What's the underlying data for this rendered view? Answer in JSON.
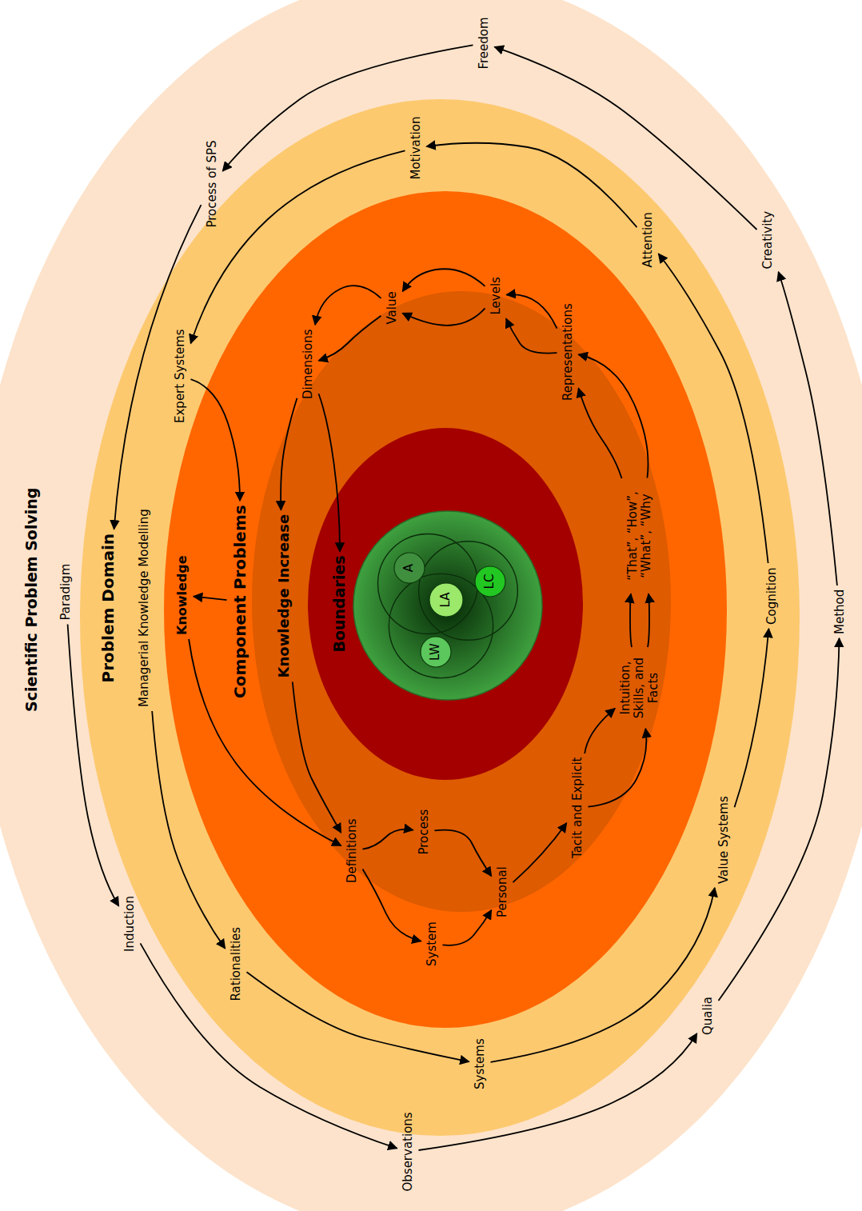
{
  "diagram": {
    "nodes": [
      {
        "text": [
          "Scientific Problem Solving"
        ]
      },
      {
        "text": [
          "Paradigm"
        ],
        "in": 0
      },
      {
        "text": [
          "Induction"
        ],
        "in": 0
      },
      {
        "text": [
          "Observations"
        ],
        "in": 0
      },
      {
        "text": [
          "Qualia"
        ],
        "in": 0
      },
      {
        "text": [
          "Method"
        ],
        "in": 0
      },
      {
        "text": [
          "Creativity"
        ],
        "in": 0
      },
      {
        "text": [
          "Freedom"
        ],
        "in": 0
      },
      {
        "text": [
          "Process of SPS"
        ],
        "in": 0
      },
      {
        "text": [
          "Problem Domain"
        ],
        "in": 0
      },
      {
        "text": [
          "Managerial Knowledge Modelling"
        ],
        "in": 9
      },
      {
        "text": [
          "Rationalities"
        ],
        "in": 9
      },
      {
        "text": [
          "Systems"
        ],
        "in": 9
      },
      {
        "text": [
          "Value Systems"
        ],
        "in": 9
      },
      {
        "text": [
          "Cognition"
        ],
        "in": 9
      },
      {
        "text": [
          "Attention"
        ],
        "in": 9
      },
      {
        "text": [
          "Motivation"
        ],
        "in": 9
      },
      {
        "text": [
          "Expert Systems"
        ],
        "in": 9
      },
      {
        "text": [
          "Component Problems"
        ],
        "in": 9
      },
      {
        "text": [
          "Knowledge"
        ],
        "in": 18
      },
      {
        "text": [
          "System"
        ],
        "in": 18
      },
      {
        "text": [
          "Dimensions"
        ],
        "in": 18
      },
      {
        "text": [
          "Knowledge Increase"
        ],
        "in": 18
      },
      {
        "text": [
          "Definitions"
        ],
        "in": 22
      },
      {
        "text": [
          "Process"
        ],
        "in": 22
      },
      {
        "text": [
          "Personal"
        ],
        "in": 22
      },
      {
        "text": [
          "Tacit and Explicit"
        ],
        "in": 22
      },
      {
        "text": [
          "Intuition, Skills, and Facts"
        ],
        "in": 22
      },
      {
        "text": [
          "“That”, “How”, “What”, “Why"
        ],
        "in": 22
      },
      {
        "text": [
          "Representations"
        ],
        "in": 22
      },
      {
        "text": [
          "Levels"
        ],
        "in": 22
      },
      {
        "text": [
          "Value"
        ],
        "in": 22
      },
      {
        "text": [
          "Boundaries"
        ],
        "in": 22
      },
      {
        "text": [
          "LA"
        ],
        "in": 32
      },
      {
        "text": [
          "A"
        ],
        "in": 32
      },
      {
        "text": [
          "LC"
        ],
        "in": 32
      },
      {
        "text": [
          "LW"
        ],
        "in": 32
      }
    ],
    "edges": [
      {
        "from": 1,
        "to": 2,
        "arrow": "to"
      },
      {
        "from": 2,
        "to": 3,
        "arrow": "to"
      },
      {
        "from": 3,
        "to": 4,
        "arrow": "to"
      },
      {
        "from": 4,
        "to": 5,
        "arrow": "to"
      },
      {
        "from": 5,
        "to": 6,
        "arrow": "to"
      },
      {
        "from": 6,
        "to": 7,
        "arrow": "to"
      },
      {
        "from": 7,
        "to": 8,
        "arrow": "to"
      },
      {
        "from": 8,
        "to": 9,
        "arrow": "to"
      },
      {
        "from": 10,
        "to": 11,
        "arrow": "to"
      },
      {
        "from": 11,
        "to": 12,
        "arrow": "to"
      },
      {
        "from": 12,
        "to": 13,
        "arrow": "to"
      },
      {
        "from": 13,
        "to": 14,
        "arrow": "to"
      },
      {
        "from": 14,
        "to": 15,
        "arrow": "to"
      },
      {
        "from": 15,
        "to": 16,
        "arrow": "to"
      },
      {
        "from": 16,
        "to": 17,
        "arrow": "to"
      },
      {
        "from": 17,
        "to": 18,
        "arrow": "to"
      },
      {
        "from": 18,
        "to": 19,
        "arrow": "to"
      },
      {
        "from": 19,
        "to": 23,
        "arrow": "to"
      },
      {
        "from": 22,
        "to": 23,
        "arrow": "to"
      },
      {
        "from": 23,
        "to": 24,
        "arrow": "to"
      },
      {
        "from": 23,
        "to": 20,
        "arrow": "to"
      },
      {
        "from": 24,
        "to": 25,
        "arrow": "to"
      },
      {
        "from": 20,
        "to": 25,
        "arrow": "to"
      },
      {
        "from": 25,
        "to": 26,
        "arrow": "to"
      },
      {
        "from": 26,
        "to": 27,
        "arrow": "to"
      },
      {
        "from": 26,
        "to": 27,
        "arrow": "to"
      },
      {
        "from": 27,
        "to": 28,
        "arrow": "to"
      },
      {
        "from": 27,
        "to": 28,
        "arrow": "to"
      },
      {
        "from": 28,
        "to": 29,
        "arrow": "to"
      },
      {
        "from": 28,
        "to": 29,
        "arrow": "to"
      },
      {
        "from": 29,
        "to": 30,
        "arrow": "to"
      },
      {
        "from": 29,
        "to": 30,
        "arrow": "to"
      },
      {
        "from": 30,
        "to": 31,
        "arrow": "to"
      },
      {
        "from": 30,
        "to": 31,
        "arrow": "to"
      },
      {
        "from": 31,
        "to": 21,
        "arrow": "to"
      },
      {
        "from": 31,
        "to": 21,
        "arrow": "to"
      },
      {
        "from": 21,
        "to": 22,
        "arrow": "to"
      },
      {
        "from": 21,
        "to": 32,
        "arrow": "to"
      }
    ]
  }
}
